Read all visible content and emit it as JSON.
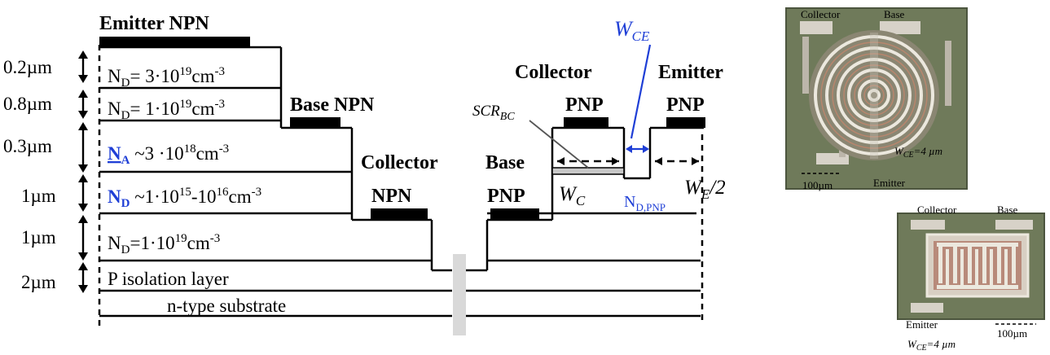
{
  "cross_section": {
    "thickness_labels": [
      "0.2µm",
      "0.8µm",
      "0.3µm",
      "1µm",
      "1µm",
      "2µm"
    ],
    "layers": {
      "emitter_doping": {
        "sym": "N",
        "sub": "D",
        "rest": "= 3·10",
        "exp": "19",
        "unit": "cm",
        "unit_exp": "-3"
      },
      "emitter_doping2": {
        "sym": "N",
        "sub": "D",
        "rest": "= 1·10",
        "exp": "19",
        "unit": "cm",
        "unit_exp": "-3"
      },
      "base_doping": {
        "sym": "N",
        "sub": "A",
        "rest": " ~3 ·10",
        "exp": "18",
        "unit": "cm",
        "unit_exp": "-3"
      },
      "collector_doping": {
        "sym": "N",
        "sub": "D",
        "rest": " ~1·10",
        "exp": "15",
        "mid": "-10",
        "exp2": "16",
        "unit": "cm",
        "unit_exp": "-3"
      },
      "buried_doping": {
        "sym": "N",
        "sub": "D",
        "rest": "=1·10",
        "exp": "19",
        "unit": "cm",
        "unit_exp": "-3"
      },
      "isolation": "P isolation layer",
      "substrate": "n-type substrate"
    },
    "contacts": {
      "emitter_npn": "Emitter NPN",
      "base_npn": "Base NPN",
      "collector_npn_1": "Collector",
      "collector_npn_2": "NPN",
      "base_pnp_1": "Base",
      "base_pnp_2": "PNP",
      "collector_pnp_1": "Collector",
      "collector_pnp_2": "PNP",
      "emitter_pnp_1": "Emitter",
      "emitter_pnp_2": "PNP"
    },
    "annotations": {
      "wce_main": "W",
      "wce_sub": "CE",
      "scr_main": "SCR",
      "scr_sub": "BC",
      "wc_main": "W",
      "wc_sub": "C",
      "nd_pnp_main": "N",
      "nd_pnp_sub": "D,PNP",
      "we_main": "W",
      "we_sub": "E",
      "we_tail": "/2"
    }
  },
  "photo_top": {
    "collector": "Collector",
    "base": "Base",
    "emitter": "Emitter",
    "scale": "100µm",
    "wce_main": "W",
    "wce_sub": "CE",
    "wce_val": "=4 µm"
  },
  "photo_bottom": {
    "collector": "Collector",
    "base": "Base",
    "emitter": "Emitter",
    "scale": "100µm",
    "wce_main": "W",
    "wce_sub": "CE",
    "wce_val": "=4 µm"
  },
  "colors": {
    "accent_blue": "#1f3fd6",
    "die_green": "#6f7a5a",
    "metal": "#d7d2c8",
    "gap_gray": "#d9d9d9"
  }
}
